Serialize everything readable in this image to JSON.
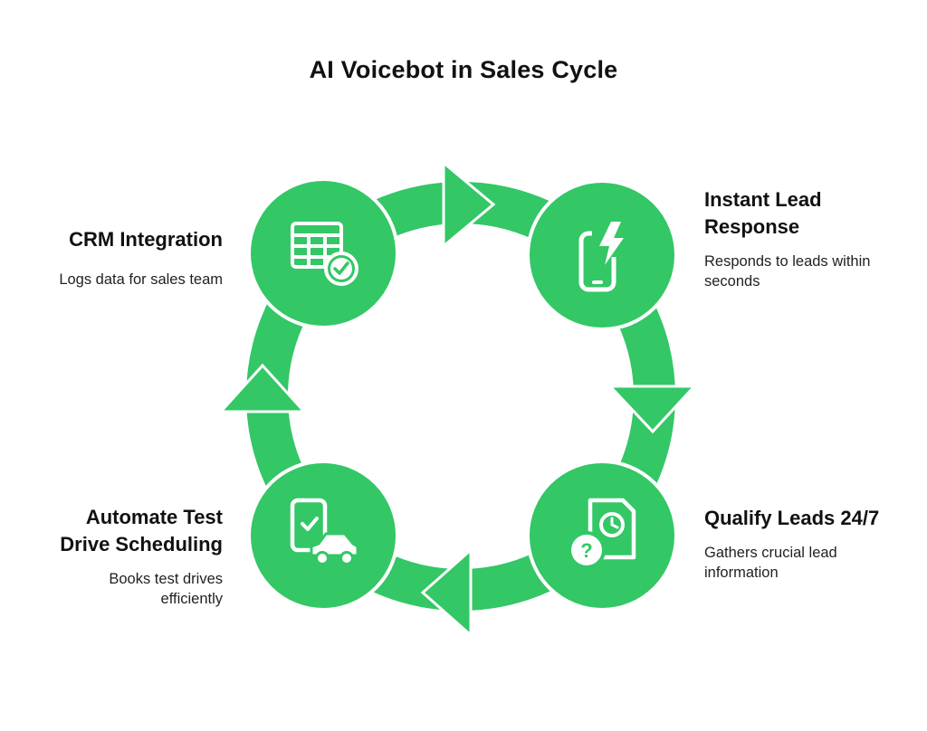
{
  "title": "AI Voicebot in Sales Cycle",
  "colors": {
    "accent": "#33c766",
    "background": "#ffffff",
    "icon": "#ffffff",
    "text": "#111111"
  },
  "steps": [
    {
      "title": "Instant Lead Response",
      "title_line1": "Instant Lead",
      "title_line2": "Response",
      "desc_line1": "Responds to leads within",
      "desc_line2": "seconds",
      "icon": "mobile-lightning-icon"
    },
    {
      "title": "Qualify Leads 24/7",
      "desc_line1": "Gathers crucial lead",
      "desc_line2": "information",
      "icon": "document-clock-question-icon"
    },
    {
      "title": "Automate Test Drive Scheduling",
      "title_line1": "Automate Test",
      "title_line2": "Drive Scheduling",
      "desc_line1": "Books test drives",
      "desc_line2": "efficiently",
      "icon": "phone-check-car-icon"
    },
    {
      "title": "CRM Integration",
      "desc": "Logs data for sales team",
      "icon": "table-check-icon"
    }
  ]
}
